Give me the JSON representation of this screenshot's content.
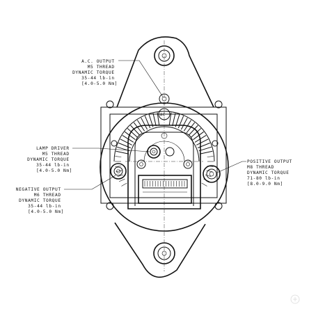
{
  "callouts": {
    "ac_output": {
      "lines": [
        "A.C. OUTPUT",
        "M5 THREAD",
        "DYNAMIC TORQUE",
        "35-44 lb-in",
        "[4.0-5.0 Nm]"
      ]
    },
    "lamp_driver": {
      "lines": [
        "LAMP DRIVER",
        "M5 THREAD",
        "DYNAMIC TORQUE",
        "35-44 lb-in",
        "[4.0-5.0 Nm]"
      ]
    },
    "negative_output": {
      "lines": [
        "NEGATIVE OUTPUT",
        "M6 THREAD",
        "DYNAMIC TORQUE",
        "35-44 lb-in",
        "[4.0-5.0 Nm]"
      ]
    },
    "positive_output": {
      "lines": [
        "POSITIVE OUTPUT",
        "M8 THREAD",
        "DYNAMIC TORQUE",
        "71-80 lb-in",
        "[8.0-9.0 Nm]"
      ]
    }
  },
  "terminal_marks": {
    "ac": "AC"
  },
  "colors": {
    "ink": "#111111",
    "background": "#ffffff"
  }
}
